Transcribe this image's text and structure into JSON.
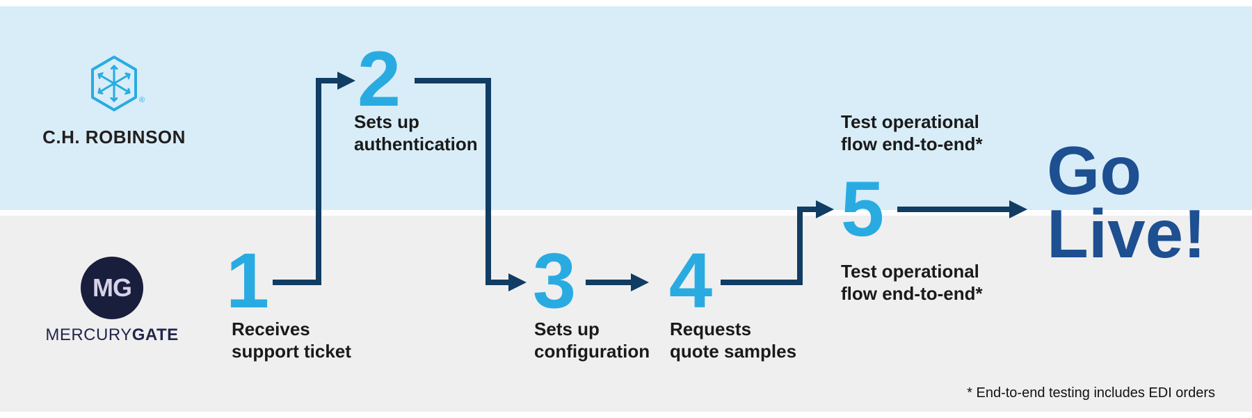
{
  "colors": {
    "top_lane_bg": "#d8edf8",
    "bottom_lane_bg": "#efefef",
    "accent_blue": "#29abe2",
    "arrow_navy": "#113c63",
    "go_live_blue": "#1d4f91",
    "mg_circle_navy": "#191e3c",
    "text_black": "#1a1a1a"
  },
  "brands": {
    "chr": {
      "name": "C.H. ROBINSON",
      "reg_mark": "®"
    },
    "mg": {
      "monogram": "MG",
      "wordmark_thin": "MERCURY",
      "wordmark_bold": "GATE"
    }
  },
  "steps": [
    {
      "number": "1",
      "lane": "mercurygate",
      "label_line1": "Receives",
      "label_line2": "support ticket"
    },
    {
      "number": "2",
      "lane": "chrobinson",
      "label_line1": "Sets up",
      "label_line2": "authentication"
    },
    {
      "number": "3",
      "lane": "mercurygate",
      "label_line1": "Sets up",
      "label_line2": "configuration"
    },
    {
      "number": "4",
      "lane": "mercurygate",
      "label_line1": "Requests",
      "label_line2": "quote samples"
    },
    {
      "number": "5",
      "lane": "both",
      "label_top_line1": "Test operational",
      "label_top_line2": "flow end-to-end*",
      "label_bottom_line1": "Test operational",
      "label_bottom_line2": "flow end-to-end*"
    }
  ],
  "go_live": {
    "line1": "Go",
    "line2": "Live!"
  },
  "footnote": "* End-to-end testing includes EDI orders"
}
